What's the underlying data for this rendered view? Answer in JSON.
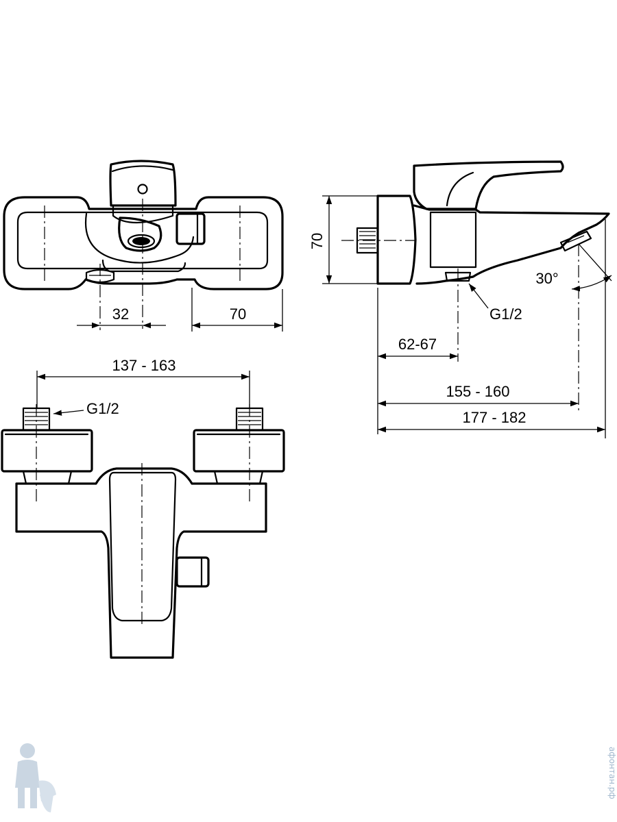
{
  "dimensions": {
    "top_offset": "32",
    "top_wall_depth": "70",
    "side_height": "70",
    "side_angle": "30°",
    "side_thread": "G1/2",
    "side_inlet_depth": "62-67",
    "side_spout_depth": "155 - 160",
    "side_total_depth": "177 - 182",
    "front_centers": "137 - 163",
    "front_thread": "G1/2"
  },
  "watermark": {
    "text": "афонтан.рф",
    "mascot": "plumber-mascot"
  }
}
